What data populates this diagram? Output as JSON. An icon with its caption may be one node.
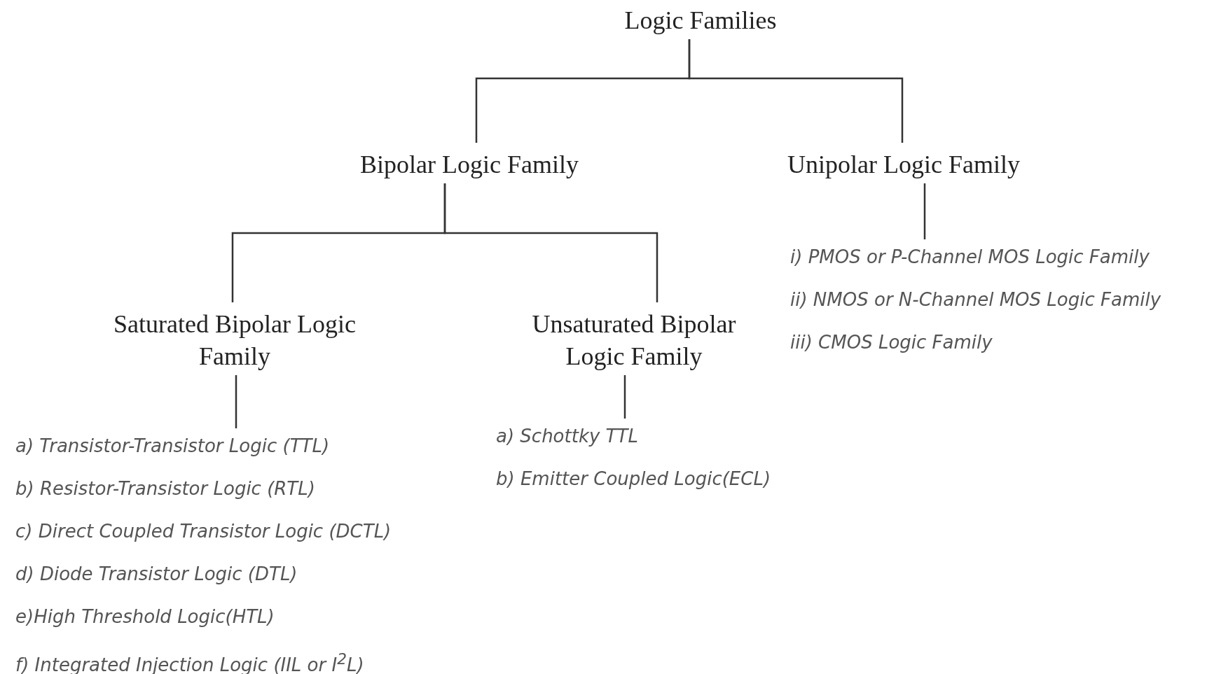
{
  "diagram": {
    "nodes": [
      {
        "text": [
          "Logic Families"
        ]
      },
      {
        "text": [
          "Bipolar Logic Family"
        ]
      },
      {
        "text": [
          "Unipolar Logic Family"
        ]
      },
      {
        "text": [
          "Saturated Bipolar Logic Family"
        ]
      },
      {
        "text": [
          "Unsaturated Bipolar Logic Family"
        ]
      },
      {
        "text": [
          "a) Transistor-Transistor Logic (TTL)",
          "b) Resistor-Transistor Logic (RTL)",
          "c) Direct Coupled Transistor Logic (DCTL)",
          "d) Diode Transistor Logic (DTL)",
          "e)High Threshold Logic(HTL)",
          "f) Integrated Injection Logic (IIL or I$^{2}$L)"
        ]
      },
      {
        "text": [
          "a) Schottky TTL",
          "b) Emitter Coupled Logic(ECL)"
        ]
      },
      {
        "text": [
          "i) PMOS or P-Channel MOS Logic Family",
          "ii) NMOS or N-Channel MOS Logic Family",
          "iii) CMOS Logic Family"
        ]
      }
    ],
    "edges": [
      {
        "from": 0,
        "to": 1,
        "arrow": "none"
      },
      {
        "from": 0,
        "to": 2,
        "arrow": "none"
      },
      {
        "from": 1,
        "to": 3,
        "arrow": "none"
      },
      {
        "from": 1,
        "to": 4,
        "arrow": "none"
      },
      {
        "from": 3,
        "to": 5,
        "arrow": "none"
      },
      {
        "from": 4,
        "to": 6,
        "arrow": "none"
      },
      {
        "from": 2,
        "to": 7,
        "arrow": "none"
      }
    ]
  }
}
